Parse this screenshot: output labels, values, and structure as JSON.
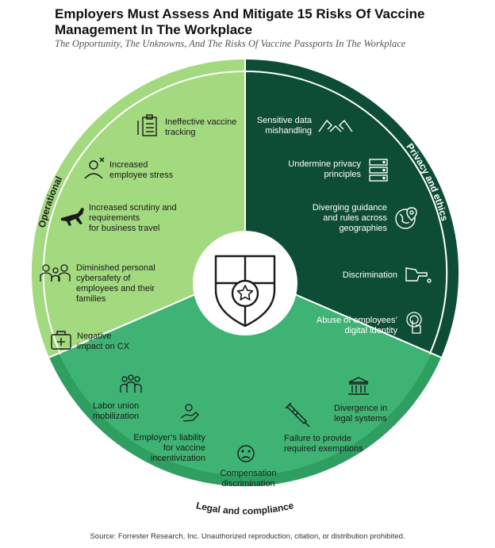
{
  "title": "Employers Must Assess And Mitigate 15 Risks Of Vaccine Management In The Workplace",
  "subtitle": "The Opportunity, The Unknowns, And The Risks Of Vaccine Passports In The Workplace",
  "source": "Source: Forrester Research, Inc. Unauthorized reproduction, citation, or distribution prohibited.",
  "colors": {
    "operational": "#a3d97f",
    "privacy": "#0e4d35",
    "legal": "#3fb374",
    "legal_band": "#2f9e61"
  },
  "sections": {
    "operational": {
      "label": "Operational",
      "items": [
        {
          "line1": "Ineffective vaccine",
          "line2": "tracking",
          "icon": "clipboard-icon"
        },
        {
          "line1": "Increased",
          "line2": "employee stress",
          "icon": "stressed-person-icon"
        },
        {
          "line1": "Increased scrutiny and",
          "line2": "requirements",
          "line3": "for business travel",
          "icon": "airplane-icon"
        },
        {
          "line1": "Diminished personal",
          "line2": "cybersafety of",
          "line3": "employees and their",
          "line4": "families",
          "icon": "family-icon"
        },
        {
          "line1": "Negative",
          "line2": "impact on CX",
          "icon": "first-aid-kit-icon"
        }
      ]
    },
    "privacy": {
      "label": "Privacy and ethics",
      "items": [
        {
          "line1": "Sensitive data",
          "line2": "mishandling",
          "icon": "hands-icon"
        },
        {
          "line1": "Undermine privacy",
          "line2": "principles",
          "icon": "server-icon"
        },
        {
          "line1": "Diverging guidance",
          "line2": "and rules across",
          "line3": "geographies",
          "icon": "globe-pin-icon"
        },
        {
          "line1": "Discrimination",
          "icon": "pointing-hand-icon"
        },
        {
          "line1": "Abuse of employees’",
          "line2": "digital identity",
          "icon": "touch-icon"
        }
      ]
    },
    "legal": {
      "label": "Legal and compliance",
      "items": [
        {
          "line1": "Labor union",
          "line2": "mobilization",
          "icon": "group-icon"
        },
        {
          "line1": "Employer’s liability",
          "line2": "for vaccine",
          "line3": "incentivization",
          "icon": "hand-coin-icon"
        },
        {
          "line1": "Compensation",
          "line2": "discrimination",
          "icon": "sad-face-icon"
        },
        {
          "line1": "Failure to provide",
          "line2": "required exemptions",
          "icon": "syringe-icon"
        },
        {
          "line1": "Divergence in",
          "line2": "legal systems",
          "icon": "courthouse-icon"
        }
      ]
    }
  }
}
